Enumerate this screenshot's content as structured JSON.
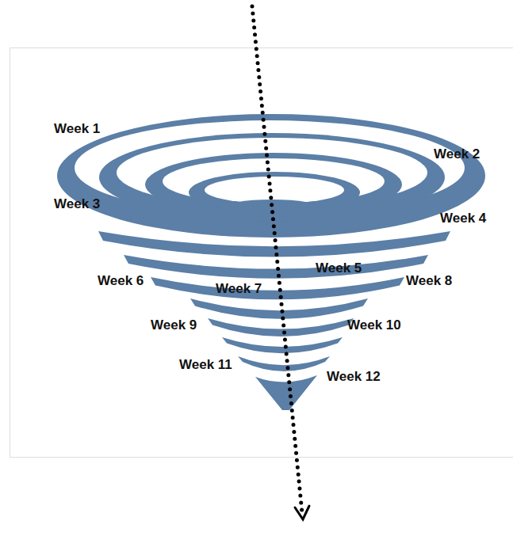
{
  "diagram": {
    "labels": [
      "Week 1",
      "Week 2",
      "Week 3",
      "Week 4",
      "Week 5",
      "Week 6",
      "Week 7",
      "Week 8",
      "Week 9",
      "Week 10",
      "Week 11",
      "Week 12"
    ]
  }
}
